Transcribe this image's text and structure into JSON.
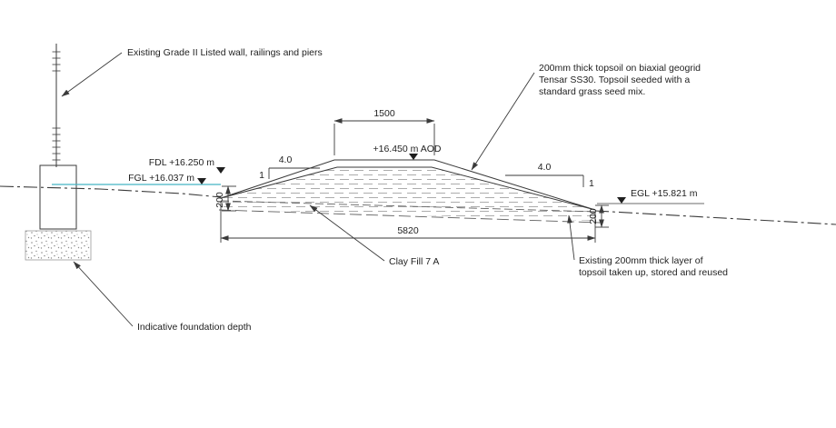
{
  "annotations": {
    "listed_wall": "Existing Grade II Listed wall, railings and piers",
    "topsoil_note_lines": [
      "200mm thick topsoil on biaxial geogrid",
      "Tensar SS30. Topsoil seeded with a",
      "standard grass seed mix."
    ],
    "foundation_depth": "Indicative foundation depth",
    "clay_fill": "Clay Fill 7 A",
    "existing_topsoil_lines": [
      "Existing 200mm thick layer of",
      "topsoil taken up, stored and reused"
    ]
  },
  "levels": {
    "crest_aod": "+16.450 m AOD",
    "fdl": "FDL +16.250 m",
    "fgl": "FGL +16.037 m",
    "egl": "EGL +15.821 m"
  },
  "dimensions": {
    "crest_width": "1500",
    "base_width": "5820",
    "left_layer": "200",
    "right_layer": "200",
    "slope_left_run": "4.0",
    "slope_left_rise": "1",
    "slope_right_run": "4.0",
    "slope_right_rise": "1"
  },
  "colors": {
    "line": "#3a3a3a",
    "text": "#1f1f1f",
    "topsoil_hatch": "#3f9e63",
    "fgl_level_line": "#45b5c4"
  }
}
